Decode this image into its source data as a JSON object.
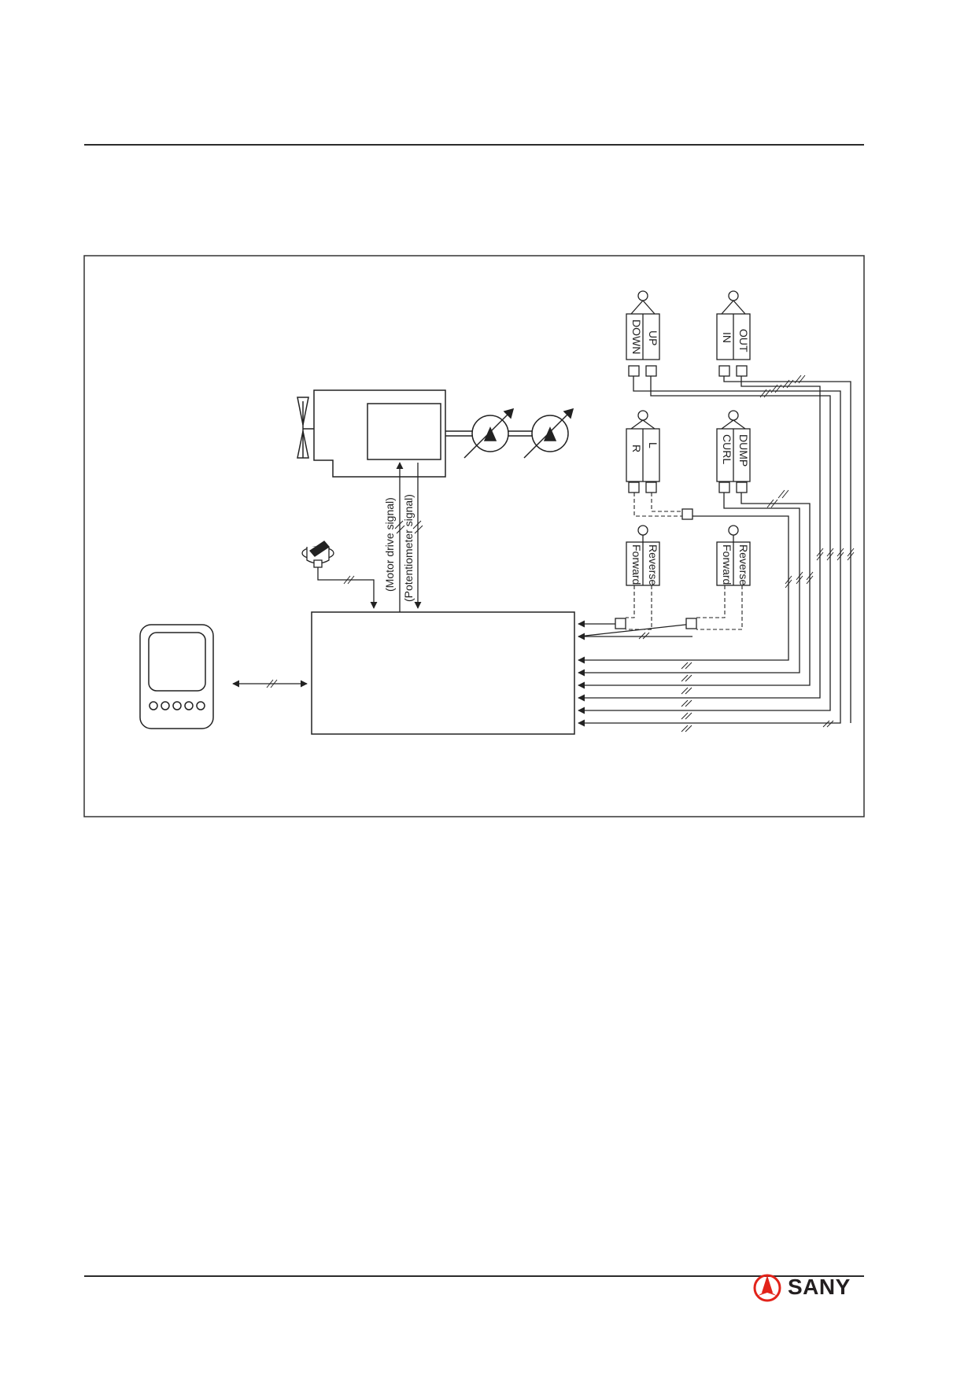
{
  "labels": {
    "boom_lever_a": "DOWN",
    "boom_lever_b": "UP",
    "aux_lever_a": "IN",
    "aux_lever_b": "OUT",
    "steer_lever_a": "L",
    "steer_lever_b": "R",
    "bucket_lever_a": "DUMP",
    "bucket_lever_b": "CURL",
    "travel1_a": "Reverse",
    "travel1_b": "Forward",
    "travel2_a": "Reverse",
    "travel2_b": "Forward",
    "motor_signal": "(Motor drive signal)",
    "pot_signal": "(Potentiometer signal)"
  },
  "brand": {
    "name": "SANY",
    "color": "#e2231a"
  },
  "icons": {
    "fan": "fan-icon",
    "pump": "variable-pump-icon",
    "dial": "throttle-dial-icon",
    "monitor": "monitor-display-icon",
    "logo": "sany-logo-icon"
  }
}
